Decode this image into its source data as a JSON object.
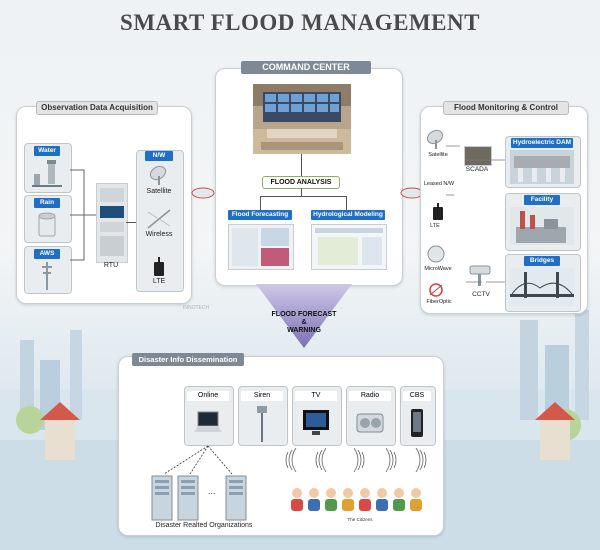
{
  "title": "SMART FLOOD MANAGEMENT",
  "command_center": {
    "header": "COMMAND CENTER",
    "analysis": "FLOOD ANALYSIS",
    "forecasting": "Flood Forecasting",
    "hydro": "Hydrological Modeling"
  },
  "observation": {
    "header": "Observation Data Acquisition",
    "sensors": [
      "Water",
      "Rain",
      "AWS"
    ],
    "rtu": "RTU",
    "nw": "N/W",
    "links": [
      "Satellite",
      "Wireless",
      "LTE"
    ]
  },
  "monitoring": {
    "header": "Flood Monitoring & Control",
    "comms": [
      "Satellite",
      "Leased N/W",
      "LTE",
      "MicroWave",
      "FiberOptic"
    ],
    "scada": "SCADA",
    "cctv": "CCTV",
    "facilities": [
      "Hydroelectric DAM",
      "Facility",
      "Bridges"
    ]
  },
  "forecast_arrow": {
    "line1": "FLOOD FORECAST",
    "line2": "&",
    "line3": "WARNING"
  },
  "watermark": "INNOTECH",
  "dissemination": {
    "header": "Disaster Info Dissemination",
    "channels": [
      "Online",
      "Siren",
      "TV",
      "Radio",
      "CBS"
    ],
    "orgs_label": "Disaster Realted Organizations",
    "citizens_label": "The Citizens",
    "dots": "..."
  },
  "colors": {
    "accent_blue": "#1f6fc9",
    "header_gray": "#7d8a96",
    "arrow_purple": "#7b6fb5"
  }
}
